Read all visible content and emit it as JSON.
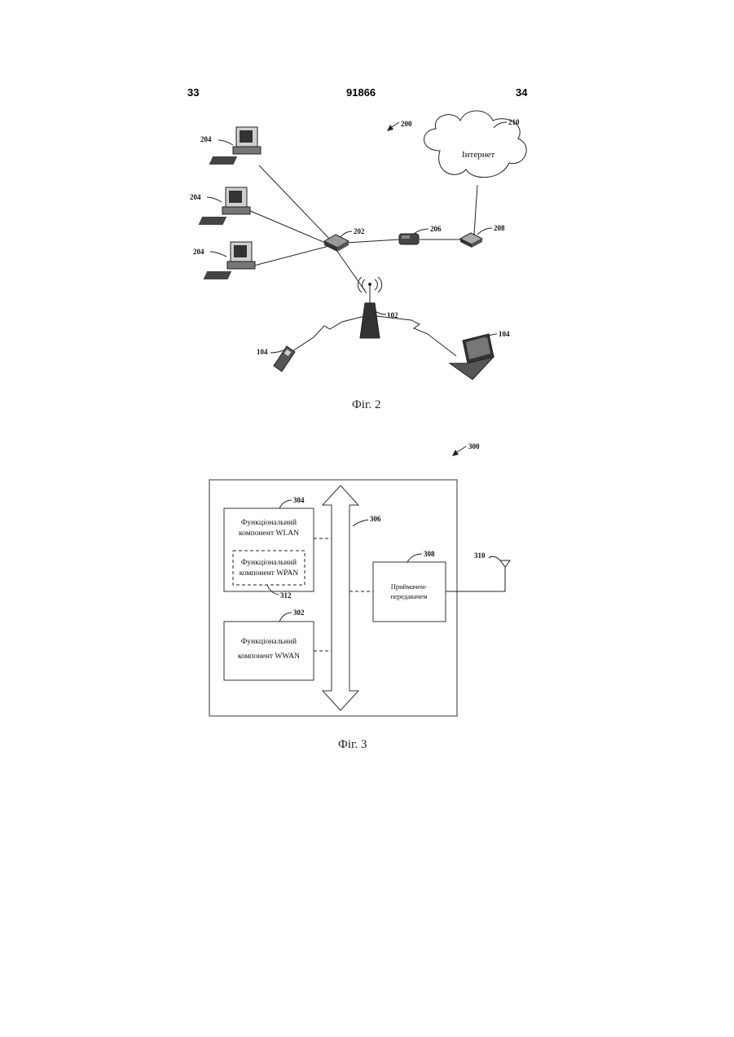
{
  "header": {
    "left_page": "33",
    "patent_number": "91866",
    "right_page": "34"
  },
  "fig2": {
    "ref_system": "200",
    "ref_internet": "210",
    "internet_label": "Інтернет",
    "ref_computer_1": "204",
    "ref_computer_2": "204",
    "ref_computer_3": "204",
    "ref_switch": "202",
    "ref_router": "206",
    "ref_modem": "208",
    "ref_access_point": "102",
    "ref_phone": "104",
    "ref_laptop": "104",
    "caption": "Фіг. 2"
  },
  "fig3": {
    "ref_system": "300",
    "ref_wlan": "304",
    "wlan_line1": "Функціональний",
    "wlan_line2": "компонент WLAN",
    "wpan_line1": "Функціональний",
    "wpan_line2": "компонент WPAN",
    "ref_wpan": "312",
    "ref_bus": "306",
    "ref_transceiver": "308",
    "transceiver_line1": "Приймачем-",
    "transceiver_line2": "передавачем",
    "ref_antenna": "310",
    "ref_wwan": "302",
    "wwan_line1": "Функціональний",
    "wwan_line2": "компонент WWAN",
    "caption": "Фіг. 3"
  }
}
